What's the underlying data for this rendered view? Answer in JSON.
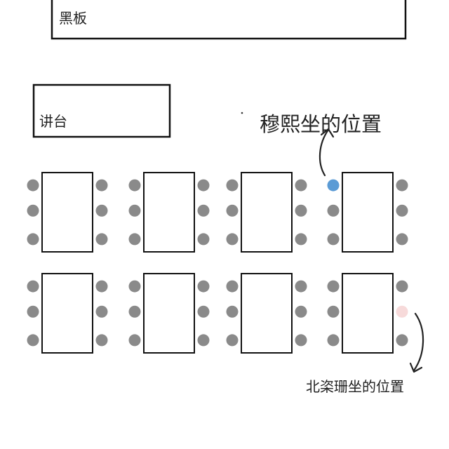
{
  "labels": {
    "blackboard": "黑板",
    "podium": "讲台",
    "muxi_seat": "穆熙坐的位置",
    "beiyushan_seat": "北栥珊坐的位置"
  },
  "colors": {
    "line": "#111111",
    "seat": "#8a8a8a",
    "muxi_seat": "#5b9bd5",
    "beiyushan_seat": "#f7dada"
  },
  "layout_meta": {
    "table_rows": 2,
    "tables_per_row": 4,
    "seats_per_side": 3
  }
}
